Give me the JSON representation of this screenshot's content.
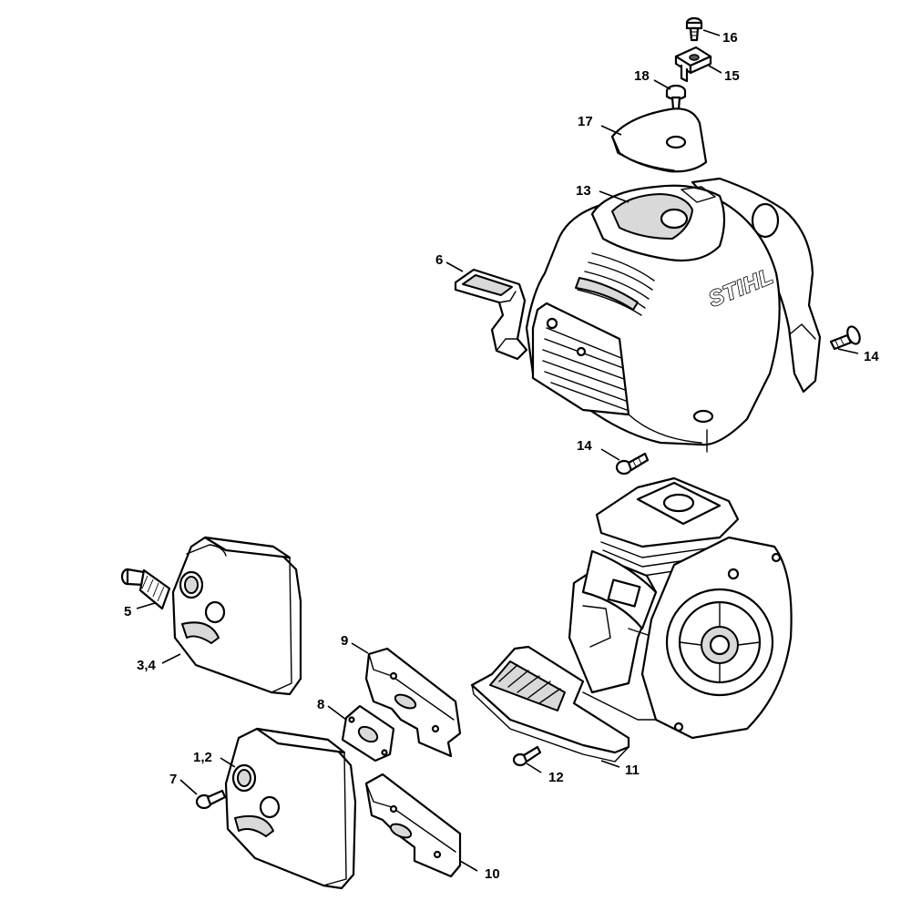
{
  "diagram": {
    "brand_logo": "STIHL",
    "callouts": [
      {
        "id": "c16",
        "label": "16"
      },
      {
        "id": "c15",
        "label": "15"
      },
      {
        "id": "c18",
        "label": "18"
      },
      {
        "id": "c17",
        "label": "17"
      },
      {
        "id": "c13",
        "label": "13"
      },
      {
        "id": "c6",
        "label": "6"
      },
      {
        "id": "c14a",
        "label": "14"
      },
      {
        "id": "c14b",
        "label": "14"
      },
      {
        "id": "c5",
        "label": "5"
      },
      {
        "id": "c34",
        "label": "3,4"
      },
      {
        "id": "c9",
        "label": "9"
      },
      {
        "id": "c8",
        "label": "8"
      },
      {
        "id": "c12",
        "label": "12"
      },
      {
        "id": "c11",
        "label": "11"
      },
      {
        "id": "c12b",
        "label": "1,2"
      },
      {
        "id": "c7",
        "label": "7"
      },
      {
        "id": "c10",
        "label": "10"
      }
    ]
  }
}
